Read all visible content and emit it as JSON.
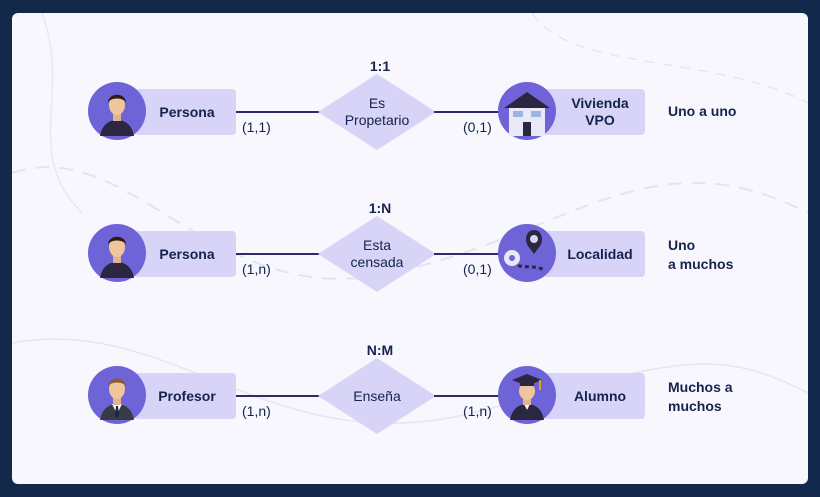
{
  "rows": [
    {
      "ratio": "1:1",
      "left_entity": "Persona",
      "left_card": "(1,1)",
      "relationship": [
        "Es",
        "Propetario"
      ],
      "right_card": "(0,1)",
      "right_entity": [
        "Vivienda",
        "VPO"
      ],
      "type": [
        "Uno a uno"
      ]
    },
    {
      "ratio": "1:N",
      "left_entity": "Persona",
      "left_card": "(1,n)",
      "relationship": [
        "Esta",
        "censada"
      ],
      "right_card": "(0,1)",
      "right_entity": [
        "Localidad"
      ],
      "type": [
        "Uno",
        "a muchos"
      ]
    },
    {
      "ratio": "N:M",
      "left_entity": "Profesor",
      "left_card": "(1,n)",
      "relationship": [
        "Enseña"
      ],
      "right_card": "(1,n)",
      "right_entity": [
        "Alumno"
      ],
      "type": [
        "Muchos a",
        "muchos"
      ]
    }
  ],
  "icons": {
    "row0_left": "person-icon",
    "row0_right": "house-icon",
    "row1_left": "person-icon",
    "row1_right": "location-pin-icon",
    "row2_left": "teacher-icon",
    "row2_right": "graduate-icon"
  },
  "colors": {
    "background": "#13294b",
    "panel": "#f7f7fd",
    "shape_fill": "#d7d4f7",
    "avatar_fill": "#6f63d8",
    "line": "#2e2a6e",
    "text": "#15234d"
  }
}
